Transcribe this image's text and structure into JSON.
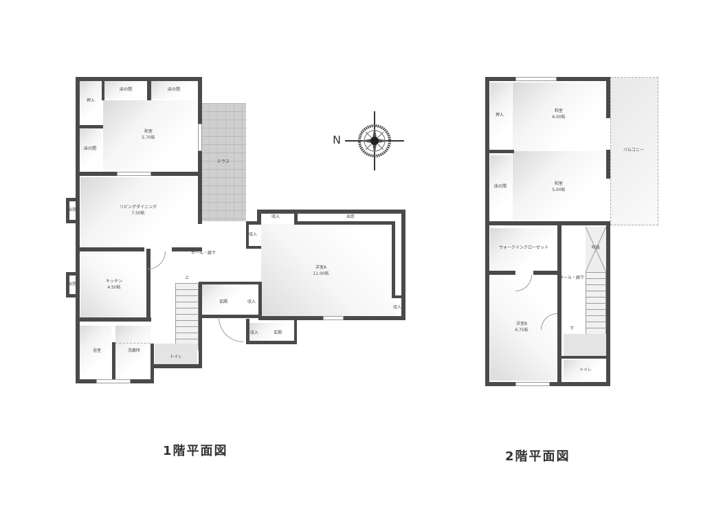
{
  "floor1": {
    "caption": "1階平面図",
    "rooms": {
      "washitsu": {
        "name": "和室",
        "size": "5.70帖"
      },
      "oshiire": {
        "name": "押入"
      },
      "tokonoma_1": {
        "name": "床の間"
      },
      "tokonoma_2": {
        "name": "床の間"
      },
      "tokonoma_3": {
        "name": "床の間"
      },
      "terrace": {
        "name": "テラス"
      },
      "living_dining": {
        "name": "リビングダイニング",
        "size": "7.50帖"
      },
      "bay_1": {
        "name": "出窓"
      },
      "kitchen": {
        "name": "キッチン",
        "size": "4.50帖"
      },
      "bay_2": {
        "name": "出窓"
      },
      "bath": {
        "name": "浴室"
      },
      "washroom": {
        "name": "洗面所"
      },
      "toilet": {
        "name": "トイレ"
      },
      "hall": {
        "name": "ホール・廊下"
      },
      "stairs_mark": {
        "name": "上"
      },
      "western_a": {
        "name": "洋室A",
        "size": "11.00帖"
      },
      "closet_a1": {
        "name": "収入"
      },
      "closet_a2": {
        "name": "収入"
      },
      "bay_3": {
        "name": "出窓"
      },
      "closet_a3": {
        "name": "収入"
      },
      "entrance_1": {
        "name": "玄関"
      },
      "closet_e1": {
        "name": "収入"
      },
      "closet_e2": {
        "name": "収入"
      },
      "entrance_2": {
        "name": "玄関"
      }
    }
  },
  "floor2": {
    "caption": "2階平面図",
    "rooms": {
      "washitsu_1": {
        "name": "和室",
        "size": "6.00帖"
      },
      "washitsu_2": {
        "name": "和室",
        "size": "5.00帖"
      },
      "oshiire": {
        "name": "押入"
      },
      "tokonoma": {
        "name": "床の間"
      },
      "balcony": {
        "name": "バルコニー"
      },
      "walkin_closet": {
        "name": "ウォークインクローゼット"
      },
      "void": {
        "name": "吹抜"
      },
      "hall": {
        "name": "ホール・廊下"
      },
      "western_b": {
        "name": "洋室B",
        "size": "6.75帖"
      },
      "stairs_mark": {
        "name": "下"
      },
      "toilet": {
        "name": "トイレ"
      }
    }
  },
  "compass": {
    "north_label": "N"
  }
}
